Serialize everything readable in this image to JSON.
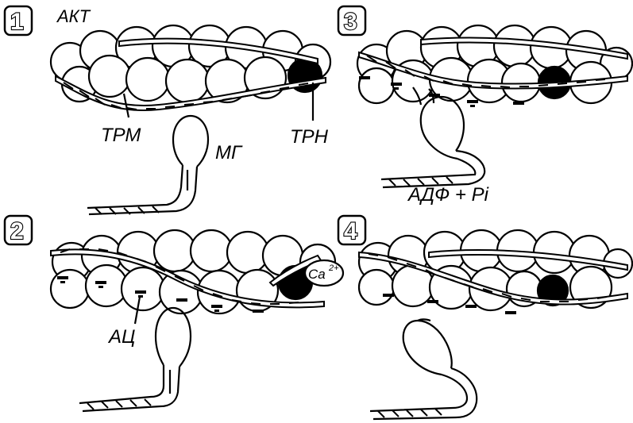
{
  "panels": [
    {
      "number": "1"
    },
    {
      "number": "2"
    },
    {
      "number": "3"
    },
    {
      "number": "4"
    }
  ],
  "labels": {
    "akt": "АКТ",
    "trm": "ТРМ",
    "trn": "ТРН",
    "mg": "МГ",
    "ac": "АЦ",
    "adp": "АДФ + Pi",
    "ca": "Ca",
    "ca_charge": "2+"
  },
  "colors": {
    "ink": "#000000",
    "paper": "#ffffff"
  }
}
